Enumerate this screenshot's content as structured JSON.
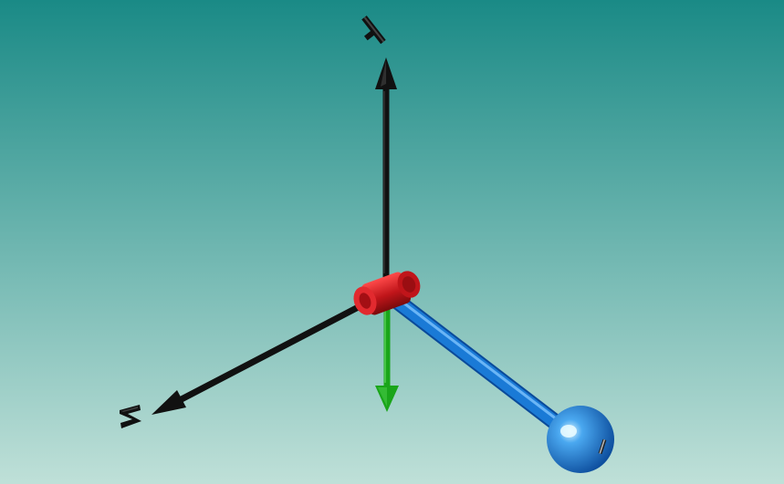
{
  "scene": {
    "background_top": "#1a8a86",
    "background_bottom": "#bfe0d8",
    "axes": {
      "y_label": "Y",
      "z_label": "Z",
      "axis_color": "#111111"
    },
    "pivot": {
      "color": "#c0151a",
      "highlight": "#ff4a4a"
    },
    "rod": {
      "color": "#1a7ad6",
      "highlight": "#7fc4ff"
    },
    "bob": {
      "color": "#1466c4",
      "highlight": "#d8f4ff",
      "label": "m"
    },
    "gravity_arrow": {
      "color": "#1aa51a"
    }
  }
}
